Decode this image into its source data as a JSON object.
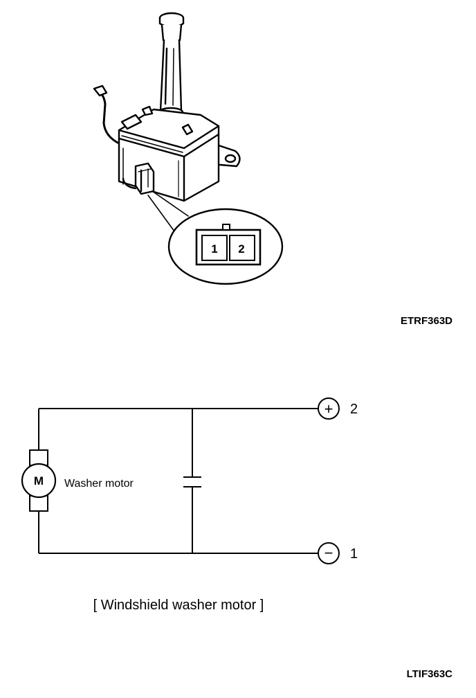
{
  "illustration": {
    "figure_code": "ETRF363D",
    "connector_pins": [
      "1",
      "2"
    ]
  },
  "schematic": {
    "motor_symbol": "M",
    "motor_label": "Washer motor",
    "terminal_positive": {
      "sign": "+",
      "pin": "2"
    },
    "terminal_negative": {
      "sign": "−",
      "pin": "1"
    },
    "caption": "[ Windshield washer motor ]",
    "figure_code": "LTIF363C"
  }
}
